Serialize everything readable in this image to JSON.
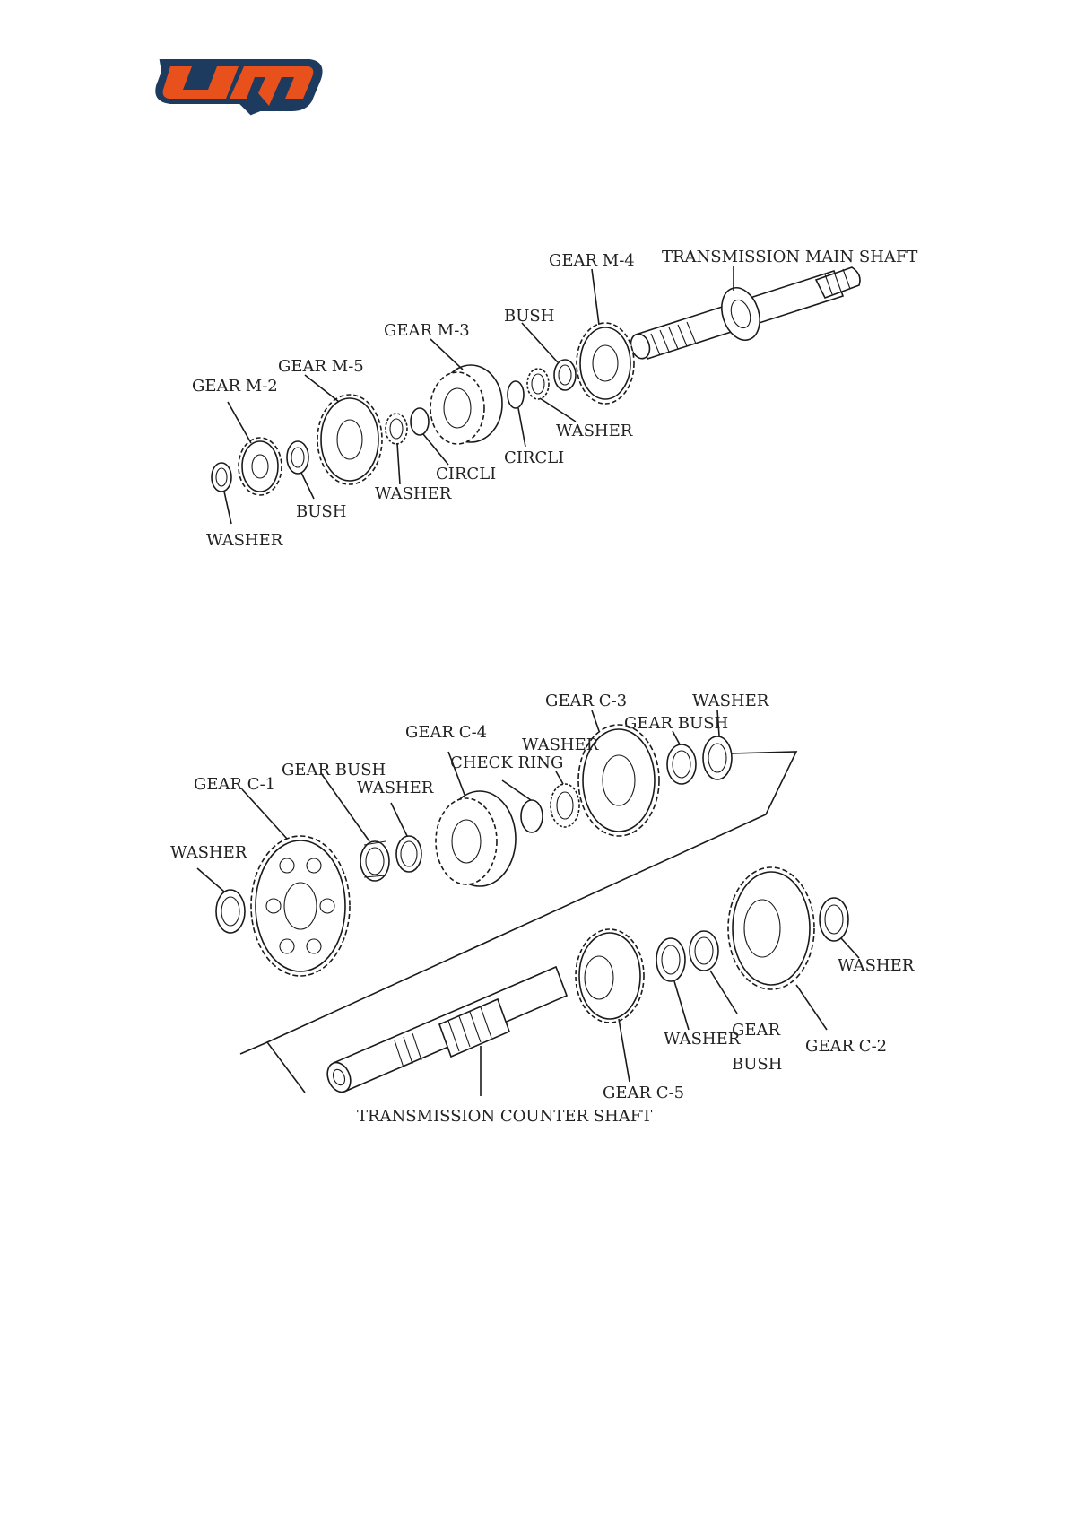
{
  "logo": {
    "text": "UM",
    "colors": {
      "fill": "#e8501c",
      "outline": "#1d3a5f"
    }
  },
  "main_shaft": {
    "labels": {
      "gear_m4": "GEAR M-4",
      "main_shaft": "TRANSMISSION MAIN SHAFT",
      "bush_top": "BUSH",
      "gear_m3": "GEAR M-3",
      "gear_m5": "GEAR M-5",
      "gear_m2": "GEAR M-2",
      "washer_right": "WASHER",
      "circli_right": "CIRCLI",
      "circli_left": "CIRCLI",
      "washer_mid": "WASHER",
      "bush_bottom": "BUSH",
      "washer_left": "WASHER"
    }
  },
  "counter_shaft": {
    "labels": {
      "gear_c3": "GEAR C-3",
      "washer_top": "WASHER",
      "gear_bush_top": "GEAR BUSH",
      "gear_c4": "GEAR C-4",
      "washer_c4": "WASHER",
      "check_ring": "CHECK RING",
      "gear_c1": "GEAR C-1",
      "gear_bush_left": "GEAR BUSH",
      "washer_c1": "WASHER",
      "washer_far_left": "WASHER",
      "washer_c2": "WASHER",
      "washer_bottom": "WASHER",
      "gear_label": "GEAR",
      "bush_label": "BUSH",
      "gear_c2": "GEAR C-2",
      "gear_c5": "GEAR C-5",
      "counter_shaft": "TRANSMISSION COUNTER SHAFT"
    }
  }
}
